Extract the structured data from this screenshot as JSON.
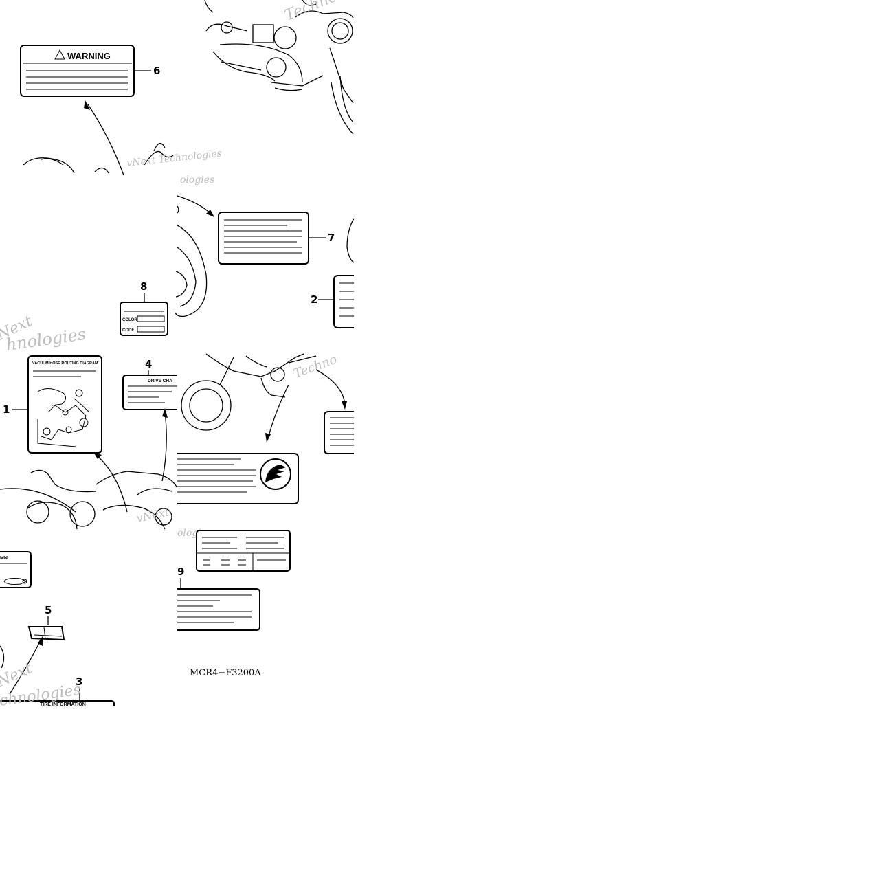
{
  "diagram": {
    "watermark_text": "vNext Technologies",
    "diagram_code": "MCR4−F3200A",
    "labels": {
      "warning_title": "WARNING",
      "vacuum_title": "VACUUM HOSE ROUTING DIAGRAM",
      "drive_title": "DRIVE CHA",
      "tire_title": "TIRE INFORMATION",
      "color_label": "COLOR",
      "code_label": "CODE",
      "chain_partial": "MN"
    },
    "callouts": [
      "1",
      "2",
      "3",
      "4",
      "5",
      "6",
      "7",
      "8",
      "9"
    ]
  }
}
